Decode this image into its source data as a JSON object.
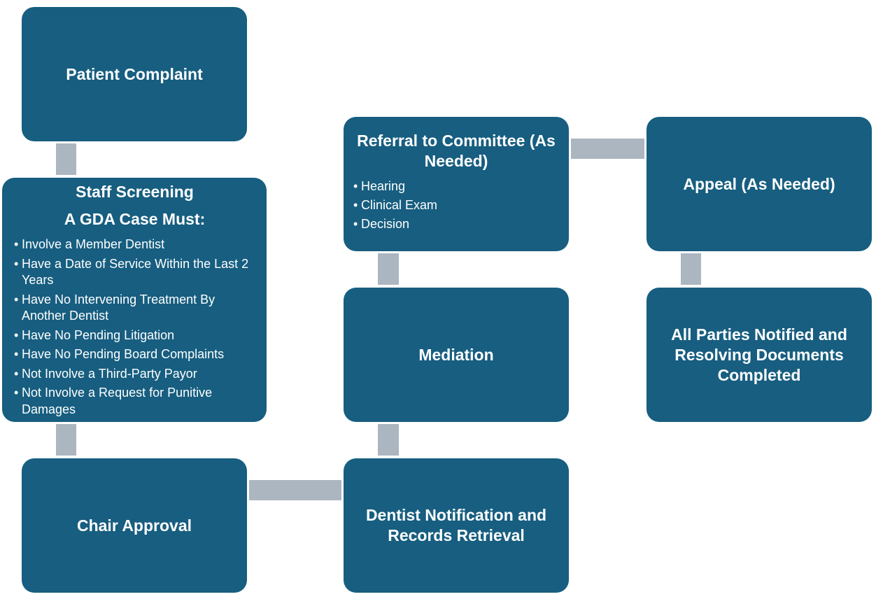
{
  "colors": {
    "box": "#175e80",
    "text": "#ffffff",
    "connector": "#abb6c0"
  },
  "nodes": {
    "patient_complaint": {
      "title": "Patient Complaint"
    },
    "staff_screening": {
      "title": "Staff Screening",
      "subtitle": "A GDA Case Must:",
      "bullets": [
        "Involve a Member Dentist",
        "Have a Date of Service Within the Last 2 Years",
        "Have No Intervening Treatment By Another Dentist",
        "Have No Pending Litigation",
        "Have No Pending Board Complaints",
        "Not Involve a Third-Party Payor",
        "Not Involve a Request for Punitive Damages"
      ]
    },
    "chair_approval": {
      "title": "Chair Approval"
    },
    "dentist_notification": {
      "title": "Dentist Notification and Records Retrieval"
    },
    "mediation": {
      "title": "Mediation"
    },
    "referral": {
      "title": "Referral to Committee (As Needed)",
      "bullets": [
        "Hearing",
        "Clinical Exam",
        "Decision"
      ]
    },
    "appeal": {
      "title": "Appeal (As Needed)"
    },
    "all_parties": {
      "title": "All Parties Notified and Resolving Documents Completed"
    }
  }
}
